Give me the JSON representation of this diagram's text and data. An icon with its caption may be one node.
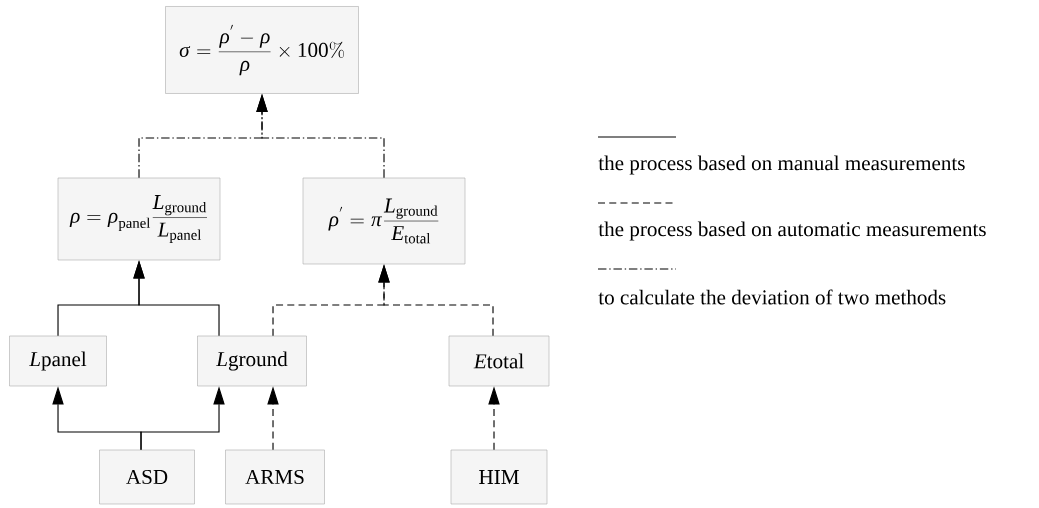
{
  "diagram": {
    "nodes": [
      {
        "text": [
          "\\sigma = \\frac{\\rho^{'} - \\rho}{\\rho} \\times 100\\%"
        ]
      },
      {
        "text": [
          "\\rho = \\rho_{\\mathrm{panel}} \\frac{L_{\\mathrm{ground}}}{L_{\\mathrm{panel}}}"
        ]
      },
      {
        "text": [
          "\\rho^{'} = \\pi \\frac{L_{\\mathrm{ground}}}{E_{\\mathrm{total}}}"
        ]
      },
      {
        "text": [
          "L\\mathrm{panel}"
        ]
      },
      {
        "text": [
          "L\\mathrm{ground}"
        ]
      },
      {
        "text": [
          "E\\mathrm{total}"
        ]
      },
      {
        "text": [
          "ASD"
        ]
      },
      {
        "text": [
          "ARMS"
        ]
      },
      {
        "text": [
          "HIM"
        ]
      }
    ],
    "edges": [
      {
        "from": 1,
        "to": 0,
        "arrow": "to",
        "style": "dashed"
      },
      {
        "from": 2,
        "to": 0,
        "arrow": "to",
        "style": "dashed"
      },
      {
        "from": 3,
        "to": 1,
        "arrow": "to"
      },
      {
        "from": 4,
        "to": 1,
        "arrow": "to"
      },
      {
        "from": 4,
        "to": 2,
        "arrow": "to",
        "style": "dashed"
      },
      {
        "from": 5,
        "to": 2,
        "arrow": "to",
        "style": "dashed"
      },
      {
        "from": 6,
        "to": 3,
        "arrow": "to"
      },
      {
        "from": 6,
        "to": 4,
        "arrow": "to"
      },
      {
        "from": 7,
        "to": 4,
        "arrow": "to",
        "style": "dashed"
      },
      {
        "from": 8,
        "to": 5,
        "arrow": "to",
        "style": "dashed"
      }
    ],
    "legend": [
      {
        "text": "the process based on manual measurements"
      },
      {
        "text": "the process based on automatic measurements"
      },
      {
        "text": "to calculate the deviation of two methods"
      }
    ]
  }
}
